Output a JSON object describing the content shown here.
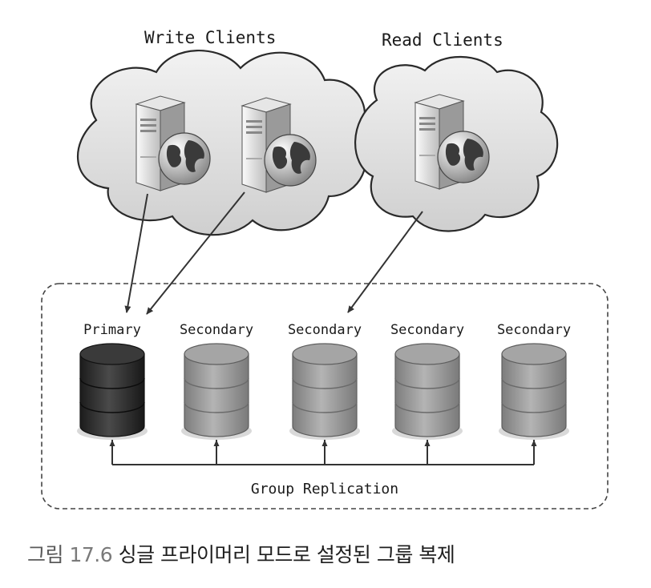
{
  "clients": {
    "write_title": "Write Clients",
    "read_title": "Read Clients"
  },
  "nodes": [
    {
      "label": "Primary",
      "role": "primary",
      "color": "#2e2e2e"
    },
    {
      "label": "Secondary",
      "role": "secondary",
      "color": "#8f8f8f"
    },
    {
      "label": "Secondary",
      "role": "secondary",
      "color": "#8f8f8f"
    },
    {
      "label": "Secondary",
      "role": "secondary",
      "color": "#8f8f8f"
    },
    {
      "label": "Secondary",
      "role": "secondary",
      "color": "#8f8f8f"
    }
  ],
  "replication_label": "Group Replication",
  "caption": {
    "figure": "그림",
    "number": "17.6",
    "text": "싱글 프라이머리 모드로 설정된 그룹 복제"
  }
}
